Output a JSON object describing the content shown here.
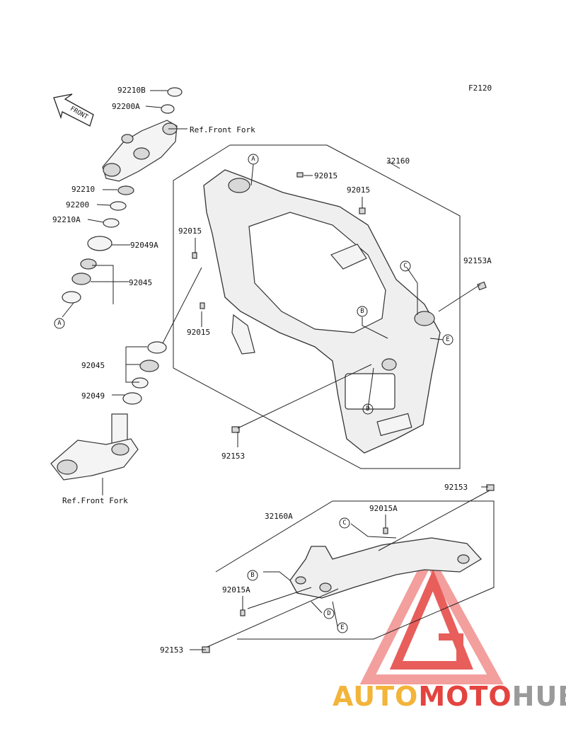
{
  "diagram": {
    "code": "F2120",
    "front_label": "FRONT",
    "ref_front_fork_top": "Ref.Front Fork",
    "ref_front_fork_bottom": "Ref.Front Fork",
    "parts": {
      "p92210B": "92210B",
      "p92200A": "92200A",
      "p92210": "92210",
      "p92200": "92200",
      "p92210A": "92210A",
      "p92049A": "92049A",
      "p92045_upper": "92045",
      "p92045_lower": "92045",
      "p92049": "92049",
      "p32160": "32160",
      "p92015_a": "92015",
      "p92015_b": "92015",
      "p92015_c": "92015",
      "p92015_d": "92015",
      "p92153A": "92153A",
      "p92153_mid": "92153",
      "p92153_right": "92153",
      "p92153_bottom": "92153",
      "p32160A": "32160A",
      "p92015A_top": "92015A",
      "p92015A_left": "92015A"
    },
    "callouts": {
      "a_left": "A",
      "a_frame": "A",
      "b_frame": "B",
      "c_frame": "C",
      "d_frame": "D",
      "e_frame": "E",
      "b_sub": "B",
      "c_sub": "C",
      "d_sub": "D",
      "e_sub": "E"
    }
  },
  "watermark": {
    "part1": "AUTO",
    "part2": "MOTO",
    "part3": "HUB",
    "colors": {
      "auto": "#f3b43a",
      "moto": "#e4433f",
      "hub": "#9a9a9a"
    }
  }
}
